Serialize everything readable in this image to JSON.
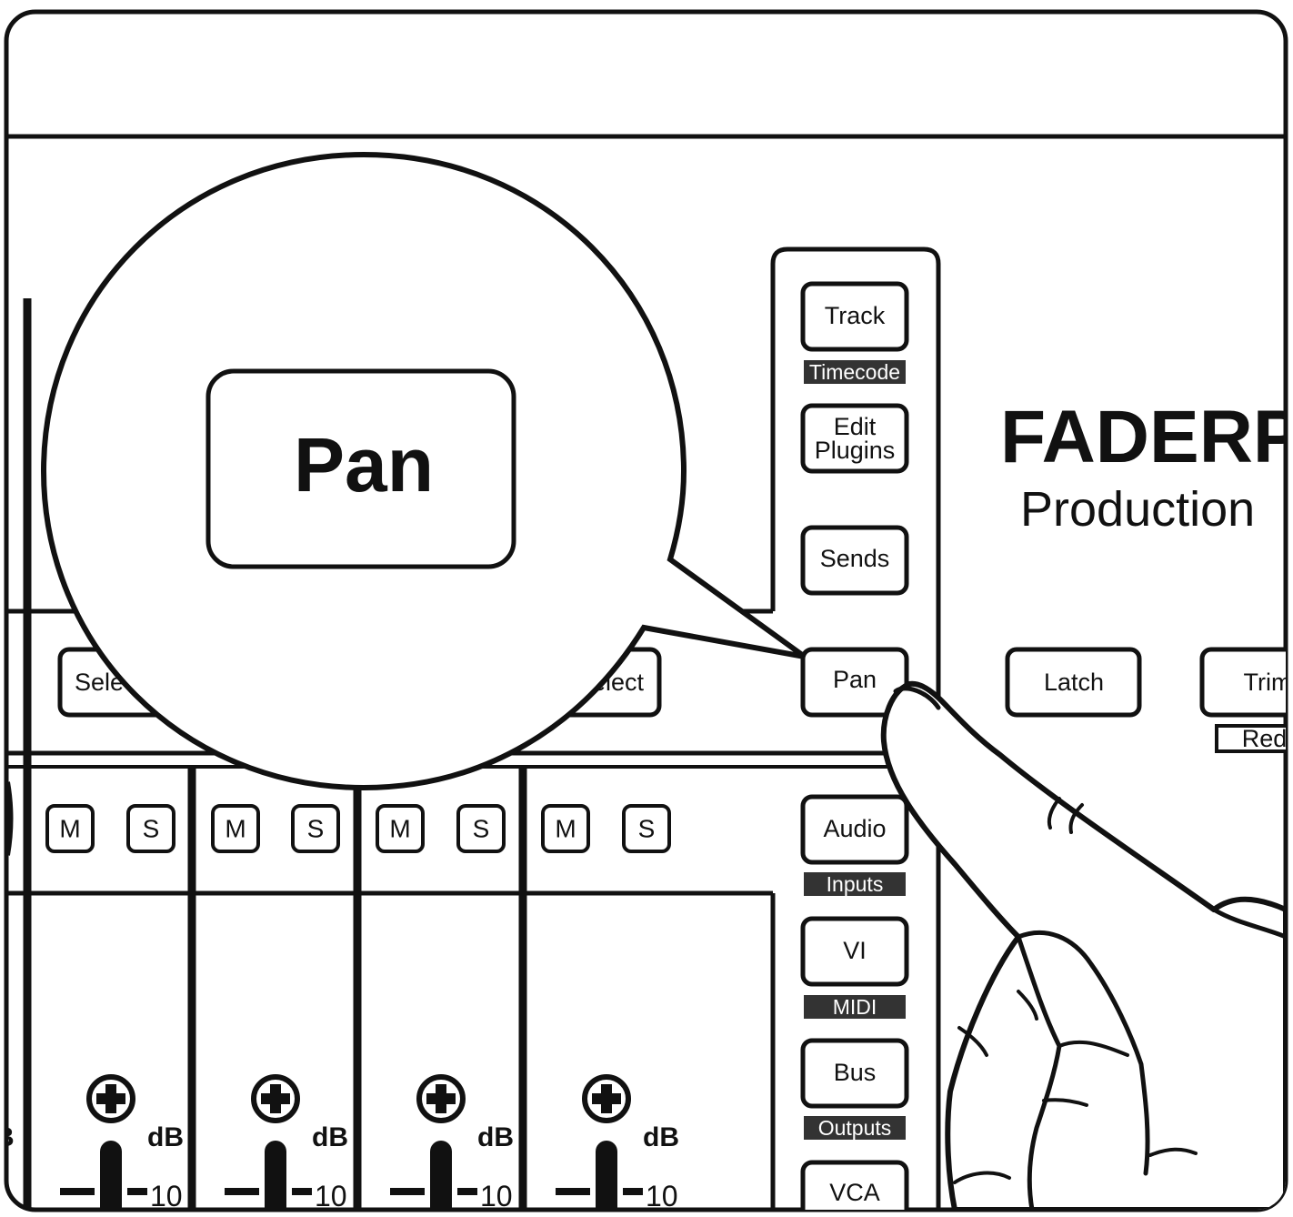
{
  "modes": {
    "track": "Track",
    "timecode": "Timecode",
    "edit_plugins_line1": "Edit",
    "edit_plugins_line2": "Plugins",
    "sends": "Sends",
    "pan": "Pan",
    "audio": "Audio",
    "inputs": "Inputs",
    "vi": "VI",
    "midi": "MIDI",
    "bus": "Bus",
    "outputs": "Outputs",
    "vca": "VCA"
  },
  "brand": {
    "name": "FADERPORT",
    "sub": "Production"
  },
  "automation": {
    "latch": "Latch",
    "trim": "Trim",
    "redo": "Redo"
  },
  "select_left": "Select",
  "select_right": "Select",
  "channel": {
    "mute": "M",
    "solo": "S",
    "db": "dB",
    "ten": "10"
  },
  "callout": {
    "label": "Pan"
  },
  "colors": {
    "ink": "#111111",
    "panel": "#ffffff",
    "tag_bg": "#333333"
  }
}
